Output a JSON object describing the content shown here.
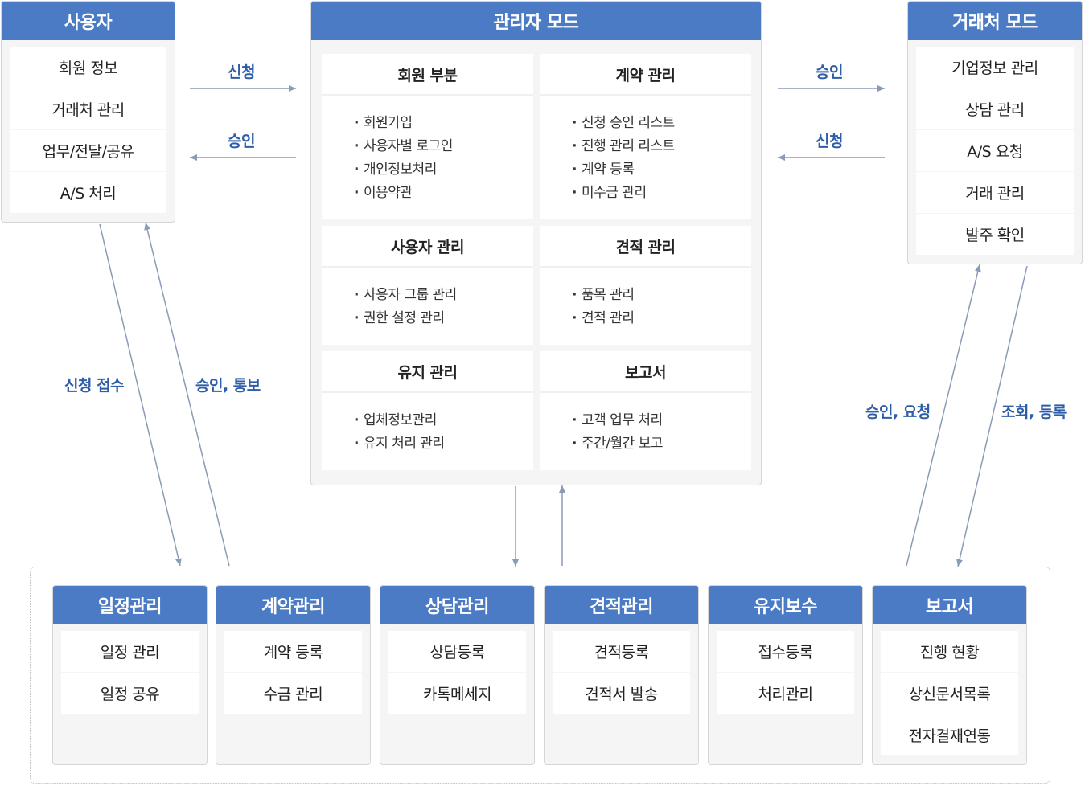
{
  "user": {
    "title": "사용자",
    "items": [
      "회원 정보",
      "거래처 관리",
      "업무/전달/공유",
      "A/S 처리"
    ]
  },
  "admin": {
    "title": "관리자 모드",
    "sections": [
      {
        "title": "회원 부분",
        "items": [
          "회원가입",
          "사용자별 로그인",
          "개인정보처리",
          "이용약관"
        ]
      },
      {
        "title": "계약 관리",
        "items": [
          "신청 승인 리스트",
          "진행 관리 리스트",
          "계약 등록",
          "미수금 관리"
        ]
      },
      {
        "title": "사용자 관리",
        "items": [
          "사용자 그룹 관리",
          "권한 설정 관리"
        ]
      },
      {
        "title": "견적 관리",
        "items": [
          "품목 관리",
          "견적 관리"
        ]
      },
      {
        "title": "유지 관리",
        "items": [
          "업체정보관리",
          "유지 처리 관리"
        ]
      },
      {
        "title": "보고서",
        "items": [
          "고객 업무 처리",
          "주간/월간 보고"
        ]
      }
    ]
  },
  "vendor": {
    "title": "거래처 모드",
    "items": [
      "기업정보 관리",
      "상담 관리",
      "A/S 요청",
      "거래 관리",
      "발주 확인"
    ]
  },
  "labels": {
    "user_to_admin": "신청",
    "admin_to_user": "승인",
    "vendor_to_admin": "승인",
    "admin_to_vendor": "신청",
    "user_down": "신청 접수",
    "user_up": "승인, 통보",
    "vendor_up": "승인, 요청",
    "vendor_down": "조회, 등록"
  },
  "modules": [
    {
      "title": "일정관리",
      "items": [
        "일정 관리",
        "일정 공유"
      ]
    },
    {
      "title": "계약관리",
      "items": [
        "계약 등록",
        "수금 관리"
      ]
    },
    {
      "title": "상담관리",
      "items": [
        "상담등록",
        "카톡메세지"
      ]
    },
    {
      "title": "견적관리",
      "items": [
        "견적등록",
        "견적서 발송"
      ]
    },
    {
      "title": "유지보수",
      "items": [
        "접수등록",
        "처리관리"
      ]
    },
    {
      "title": "보고서",
      "items": [
        "진행 현황",
        "상신문서목록",
        "전자결재연동"
      ]
    }
  ],
  "colors": {
    "header": "#4a7bc4",
    "label": "#2f5ea8",
    "arrow": "#8a9bb5"
  }
}
